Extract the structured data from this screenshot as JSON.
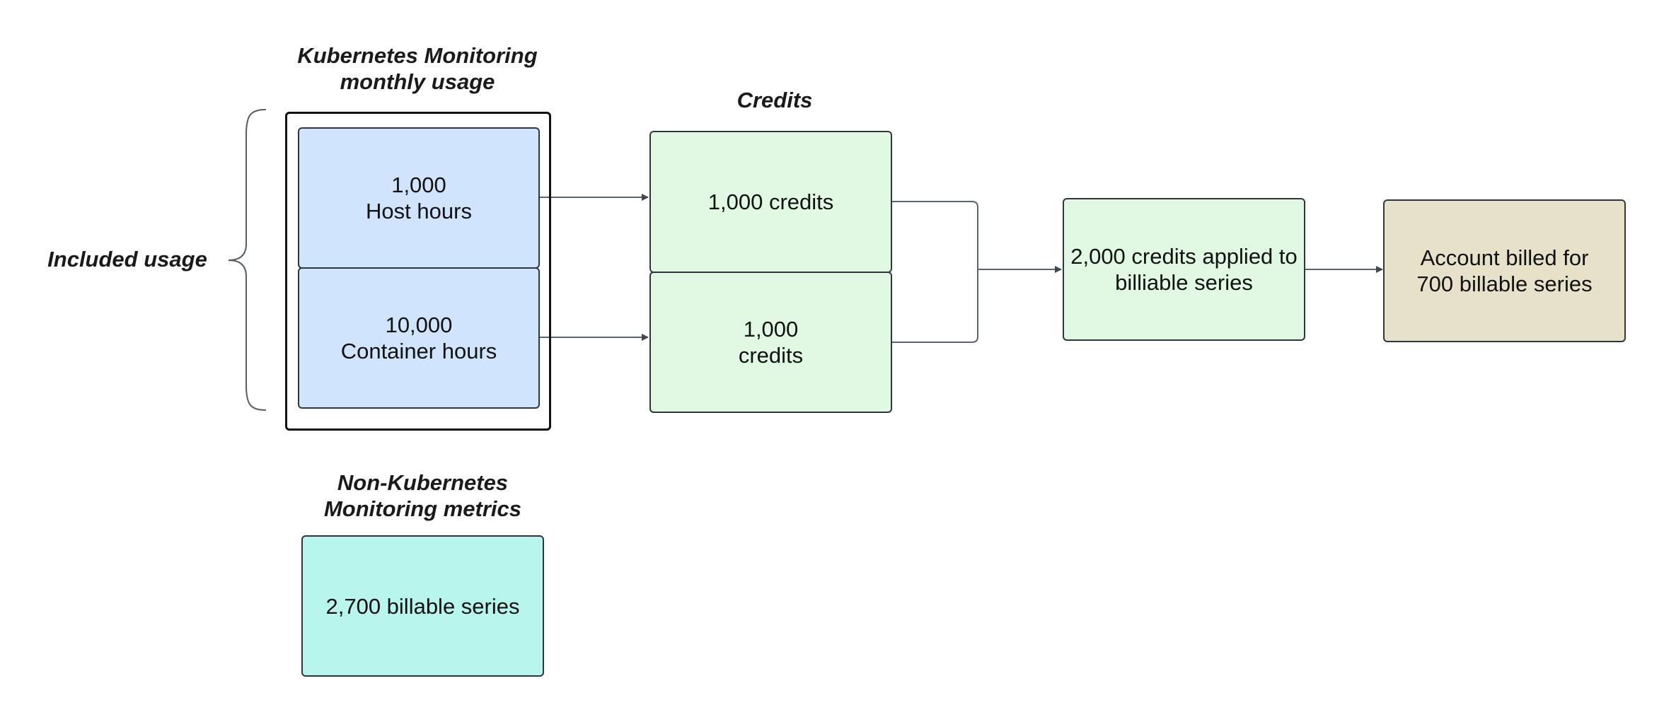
{
  "diagram": {
    "side_label": "Included usage",
    "headings": {
      "k8s_usage": "Kubernetes Monitoring\nmonthly usage",
      "credits": "Credits",
      "non_k8s": "Non-Kubernetes\nMonitoring metrics"
    },
    "nodes": {
      "host_hours": "1,000\nHost hours",
      "container_hours": "10,000\nContainer hours",
      "host_credits": "1,000 credits",
      "container_credits": "1,000\ncredits",
      "credits_applied": "2,000 credits applied to\nbilliable series",
      "account_billed": "Account billed for\n700 billable series",
      "billable_series": "2,700 billable series"
    },
    "colors": {
      "usage_fill": "#d0e4fe",
      "credits_fill": "#e1f9e2",
      "billed_fill": "#e8e1c9",
      "series_fill": "#b8f5ec",
      "border": "#2f3640",
      "connector": "#5a6370"
    }
  }
}
